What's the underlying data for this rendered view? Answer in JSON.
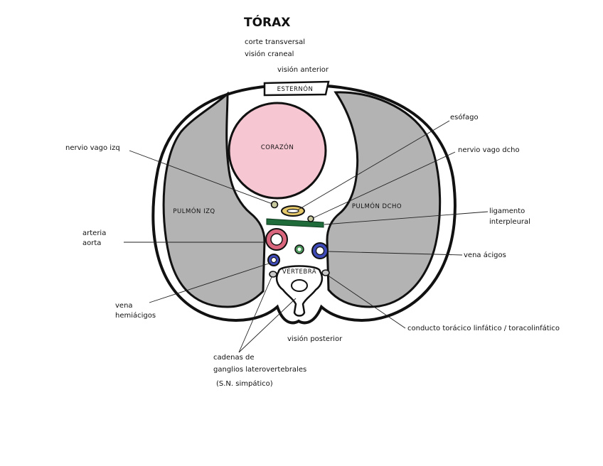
{
  "title": "TÓRAX",
  "subtitle_line1": "corte transversal",
  "subtitle_line2": "visión craneal",
  "orientation": {
    "anterior": "visión anterior",
    "posterior": "visión posterior"
  },
  "structures": {
    "sternum": "ESTERNÓN",
    "heart": "CORAZÓN",
    "lung_left": "PULMÓN IZQ",
    "lung_right": "PULMÓN DCHO",
    "vertebra": "VÉRTEBRA"
  },
  "labels": {
    "nervio_vago_izq": "nervio vago izq",
    "esofago": "esófago",
    "nervio_vago_dcho": "nervio vago dcho",
    "ligamento_line1": "ligamento",
    "ligamento_line2": "interpleural",
    "arteria_line1": "arteria",
    "arteria_line2": "aorta",
    "vena_azigos": "vena ácigos",
    "vena_line1": "vena",
    "vena_line2": "hemiácigos",
    "conducto": "conducto torácico linfático / toracolinfático",
    "cadena_line1": "cadenas de",
    "cadena_line2": "ganglios laterovertebrales",
    "cadena_line3": "(S.N. simpático)"
  },
  "colors": {
    "lung": "#b3b3b3",
    "heart": "#f7c6d3",
    "ligament": "#1f6b3a",
    "aorta": "#d9667c",
    "azygos_vein": "#3e4bb8",
    "esophagus": "#e5c86a",
    "lymph_duct": "#4e9a5e",
    "outline": "#111111"
  },
  "icons": {}
}
